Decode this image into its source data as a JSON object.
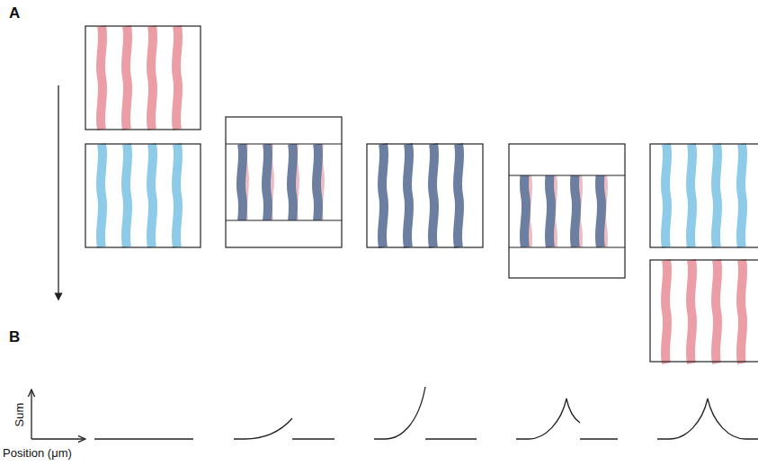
{
  "diagram": {
    "labels": [
      "A",
      "B",
      "Sum",
      "Position (μm)"
    ]
  }
}
